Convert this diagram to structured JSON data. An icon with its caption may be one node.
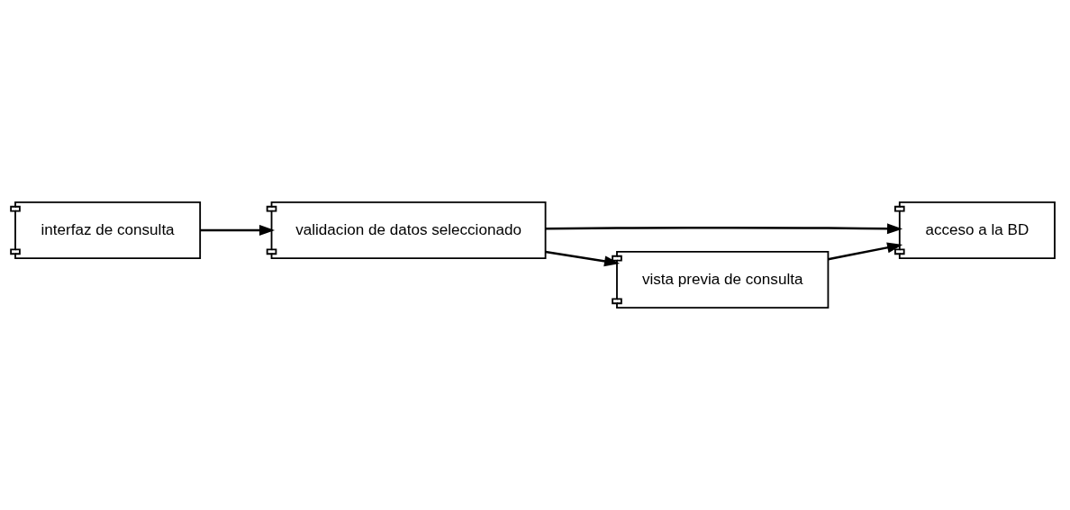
{
  "diagram": {
    "nodes": [
      {
        "text": [
          "validacion de datos seleccionado"
        ]
      },
      {
        "text": [
          "acceso a la BD"
        ]
      },
      {
        "text": [
          "interfaz de consulta"
        ]
      },
      {
        "text": [
          "vista previa de consulta"
        ]
      }
    ],
    "edges": [
      {
        "from": 2,
        "to": 0,
        "arrow": "to"
      },
      {
        "from": 0,
        "to": 3,
        "arrow": "to"
      },
      {
        "from": 0,
        "to": 1,
        "arrow": "to"
      },
      {
        "from": 3,
        "to": 1,
        "arrow": "to"
      }
    ]
  }
}
